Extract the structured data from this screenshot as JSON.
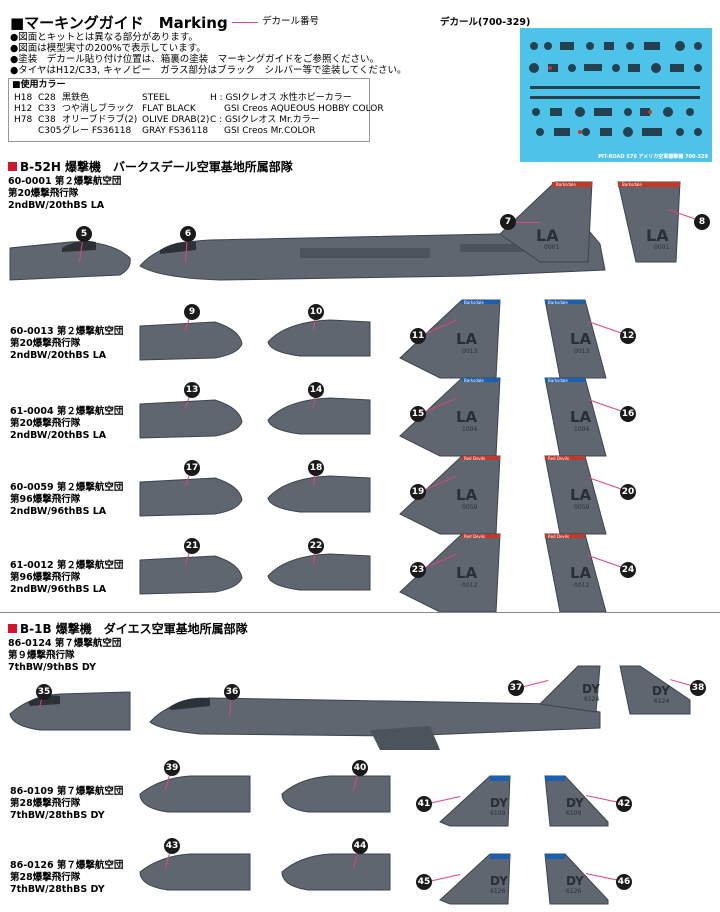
{
  "header": {
    "title": "■マーキングガイド　Marking",
    "legend_label": "デカール番号",
    "decal_sheet_label": "デカール(700-329)"
  },
  "notes": [
    "●図面とキットとは異なる部分があります。",
    "●図面は模型実寸の200%で表示しています。",
    "●塗装　デカール貼り付け位置は、箱裏の塗装　マーキングガイドをご参照ください。",
    "●タイヤはH12/C33, キャノピー　ガラス部分はブラック　シルバー等で塗装してください。"
  ],
  "colors": {
    "heading": "■使用カラー",
    "rows": [
      {
        "h": "H18",
        "c": "C28",
        "jp": "黒鉄色",
        "en": "STEEL"
      },
      {
        "h": "H12",
        "c": "C33",
        "jp": "つや消しブラック",
        "en": "FLAT BLACK"
      },
      {
        "h": "H78",
        "c": "C38",
        "jp": "オリーブドラブ(2)",
        "en": "OLIVE DRAB(2)"
      },
      {
        "h": "",
        "c": "C305",
        "jp": "グレー FS36118",
        "en": "GRAY FS36118"
      }
    ],
    "key_h": "H : GSIクレオス 水性ホビーカラー",
    "key_h_en": "GSI Creos AQUEOUS HOBBY COLOR",
    "key_c": "C : GSIクレオス Mr.カラー",
    "key_c_en": "GSI Creos Mr.COLOR"
  },
  "decal_sheet": {
    "footer": "PIT-ROAD S76 アメリカ空軍爆撃機 700-329"
  },
  "b52": {
    "section_title": "B-52H 爆撃機　バークスデール空軍基地所属部隊",
    "aircraft": [
      {
        "serial": "60-0001",
        "wing": "第２爆撃航空団",
        "squadron": "第20爆撃飛行隊",
        "code": "2ndBW/20thBS LA"
      },
      {
        "serial": "60-0013",
        "wing": "第２爆撃航空団",
        "squadron": "第20爆撃飛行隊",
        "code": "2ndBW/20thBS LA"
      },
      {
        "serial": "61-0004",
        "wing": "第２爆撃航空団",
        "squadron": "第20爆撃飛行隊",
        "code": "2ndBW/20thBS LA"
      },
      {
        "serial": "60-0059",
        "wing": "第２爆撃航空団",
        "squadron": "第96爆撃飛行隊",
        "code": "2ndBW/96thBS LA"
      },
      {
        "serial": "61-0012",
        "wing": "第２爆撃航空団",
        "squadron": "第96爆撃飛行隊",
        "code": "2ndBW/96thBS LA"
      }
    ],
    "tail_texts": [
      {
        "code": "LA",
        "serial": "0001"
      },
      {
        "code": "LA",
        "serial": "0013"
      },
      {
        "code": "LA",
        "serial": "1004"
      },
      {
        "code": "LA",
        "serial": "0059"
      },
      {
        "code": "LA",
        "serial": "0012"
      }
    ],
    "tail_stripes": [
      "Barksdale",
      "Barksdale",
      "Barksdale",
      "Red Devils",
      "Red Devils"
    ]
  },
  "b1": {
    "section_title": "B-1B 爆撃機　ダイエス空軍基地所属部隊",
    "aircraft": [
      {
        "serial": "86-0124",
        "wing": "第７爆撃航空団",
        "squadron": "第９爆撃飛行隊",
        "code": "7thBW/9thBS DY"
      },
      {
        "serial": "86-0109",
        "wing": "第７爆撃航空団",
        "squadron": "第28爆撃飛行隊",
        "code": "7thBW/28thBS DY"
      },
      {
        "serial": "86-0126",
        "wing": "第７爆撃航空団",
        "squadron": "第28爆撃飛行隊",
        "code": "7thBW/28thBS DY"
      }
    ],
    "tail_texts": [
      {
        "code": "DY",
        "serial": "6124"
      },
      {
        "code": "DY",
        "serial": "6109"
      },
      {
        "code": "DY",
        "serial": "6126"
      }
    ]
  },
  "callouts": [
    "5",
    "6",
    "7",
    "8",
    "9",
    "10",
    "11",
    "12",
    "13",
    "14",
    "15",
    "16",
    "17",
    "18",
    "19",
    "20",
    "21",
    "22",
    "23",
    "24",
    "35",
    "36",
    "37",
    "38",
    "39",
    "40",
    "41",
    "42",
    "43",
    "44",
    "45",
    "46"
  ],
  "palette": {
    "aircraft_gray": "#5f6670",
    "aircraft_dark": "#3e444c",
    "leader_pink": "#e0457b",
    "callout_black": "#1a1a1a",
    "section_red": "#d2142d",
    "decal_blue": "#4ec3ea"
  }
}
